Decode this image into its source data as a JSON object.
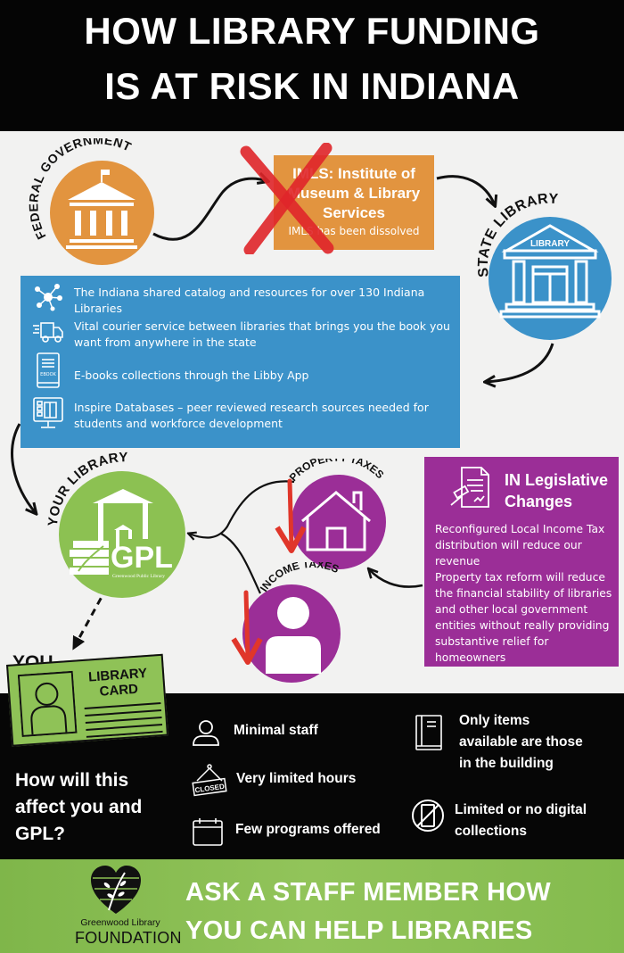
{
  "header": {
    "title_line1": "HOW LIBRARY FUNDING",
    "title_line2": "IS AT RISK IN INDIANA",
    "background": "#050505"
  },
  "flow": {
    "federal": {
      "label": "FEDERAL GOVERNMENT",
      "icon": "government-building-icon",
      "color": "#e2943f"
    },
    "imls": {
      "title_line1": "IMLS: Institute of",
      "title_line2": "Museum & Library",
      "title_line3": "Services",
      "status": "IMLS has been dissolved",
      "color": "#e2943f",
      "crossed_out": true
    },
    "state": {
      "label": "STATE LIBRARY",
      "icon_text": "LIBRARY",
      "color": "#3b92c9"
    },
    "state_services": [
      {
        "icon": "network-icon",
        "text": "The Indiana shared catalog and resources for over 130 Indiana Libraries"
      },
      {
        "icon": "delivery-truck-icon",
        "text": "Vital courier service between libraries that brings you the book you want from anywhere in the state"
      },
      {
        "icon": "ebook-icon",
        "icon_text": "EBOOK",
        "text": "E-books collections through the Libby App"
      },
      {
        "icon": "database-computer-icon",
        "text": "Inspire Databases – peer reviewed research sources needed for students and workforce development"
      }
    ],
    "your_library": {
      "label": "YOUR LIBRARY",
      "logo_text": "GPL",
      "logo_subtext": "Greenwood Public Library",
      "color": "#8cc152"
    },
    "property_taxes": {
      "label": "PROPERTY TAXES",
      "icon": "house-icon",
      "color": "#9b2e97"
    },
    "income_taxes": {
      "label": "INCOME TAXES",
      "icon": "person-icon",
      "color": "#9b2e97"
    },
    "legislative": {
      "title_line1": "IN Legislative",
      "title_line2": "Changes",
      "icon": "legal-document-gavel-icon",
      "para1": "Reconfigured Local Income Tax distribution will reduce our revenue",
      "para2": "Property tax reform will reduce the financial stability of libraries and other local government entities without really providing substantive relief for homeowners",
      "color": "#9b2e97"
    },
    "you": {
      "label": "YOU",
      "card_line1": "LIBRARY",
      "card_line2": "CARD",
      "card_color": "#8fc257"
    }
  },
  "impact": {
    "question_line1": "How will this",
    "question_line2": "affect you and",
    "question_line3": "GPL?",
    "items": [
      {
        "icon": "staff-person-icon",
        "text": "Minimal staff"
      },
      {
        "icon": "closed-sign-icon",
        "icon_text": "CLOSED",
        "text": "Very limited hours"
      },
      {
        "icon": "calendar-icon",
        "text": "Few programs offered"
      },
      {
        "icon": "book-icon",
        "text_line1": "Only items",
        "text_line2": "available are those",
        "text_line3": "in the building"
      },
      {
        "icon": "no-ebook-icon",
        "text_line1": "Limited or no digital",
        "text_line2": "collections"
      }
    ]
  },
  "footer": {
    "logo_line1": "Greenwood Library",
    "logo_line2": "FOUNDATION",
    "cta_line1": "ASK A STAFF MEMBER HOW",
    "cta_line2": "YOU CAN HELP LIBRARIES",
    "color": "#8cc152"
  }
}
